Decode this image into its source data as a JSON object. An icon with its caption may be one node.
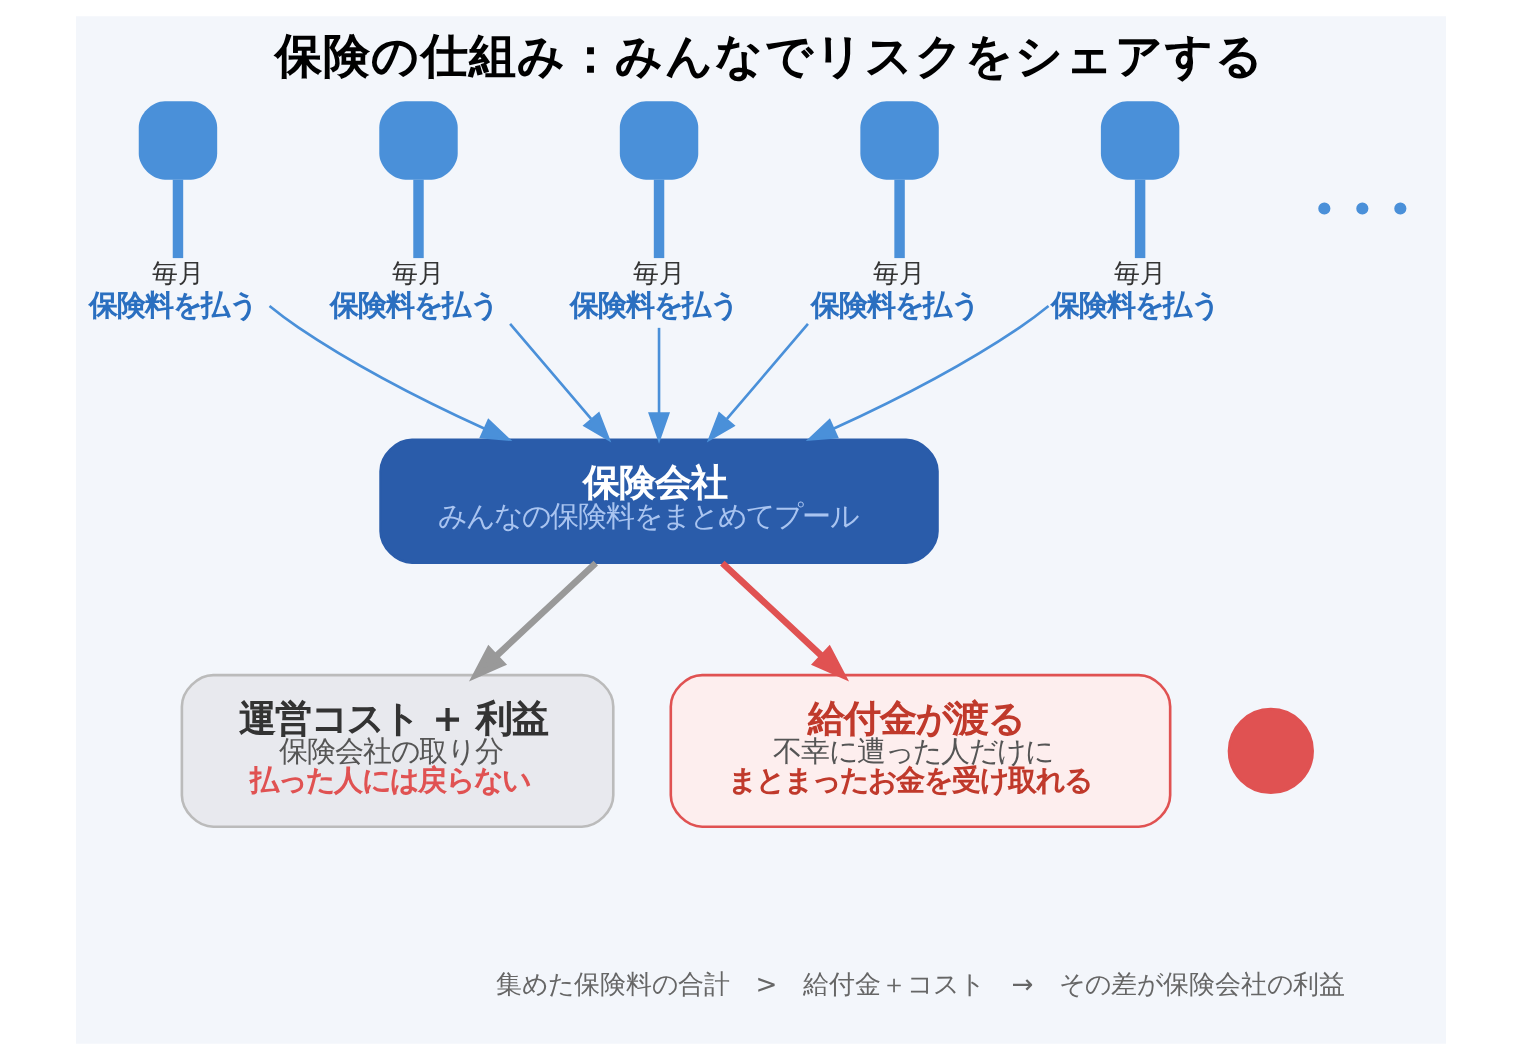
{
  "diagram": {
    "title": "保険の仕組み：みんなでリスクをシェアする",
    "caption": "集めた保険料の合計　>　給付金＋コスト　→　その差が保険会社の利益",
    "nodes": [
      {
        "text": [],
        "shape": "person",
        "beside": [
          "毎月",
          "保険料を払う"
        ]
      },
      {
        "text": [],
        "shape": "person",
        "beside": [
          "毎月",
          "保険料を払う"
        ]
      },
      {
        "text": [],
        "shape": "person",
        "beside": [
          "毎月",
          "保険料を払う"
        ]
      },
      {
        "text": [],
        "shape": "person",
        "beside": [
          "毎月",
          "保険料を払う"
        ]
      },
      {
        "text": [],
        "shape": "person",
        "beside": [
          "毎月",
          "保険料を払う"
        ]
      },
      {
        "text": [
          "保険会社",
          "みんなの保険料をまとめてプール"
        ]
      },
      {
        "text": [
          "運営コスト + 利益",
          "保険会社の取り分",
          "払った人には戻らない"
        ]
      },
      {
        "text": [
          "給付金が渡る",
          "不幸に遭った人だけに",
          "まとまったお金を受け取れる"
        ]
      },
      {
        "text": [],
        "shape": "person"
      }
    ],
    "edges": [
      {
        "from": 0,
        "to": 5,
        "arrow": "to"
      },
      {
        "from": 1,
        "to": 5,
        "arrow": "to"
      },
      {
        "from": 2,
        "to": 5,
        "arrow": "to"
      },
      {
        "from": 3,
        "to": 5,
        "arrow": "to"
      },
      {
        "from": 4,
        "to": 5,
        "arrow": "to"
      },
      {
        "from": 5,
        "to": 6,
        "arrow": "to",
        "style": "thick",
        "color": "#999999"
      },
      {
        "from": 5,
        "to": 7,
        "arrow": "to",
        "style": "thick",
        "color": "#e05252"
      }
    ],
    "labels": [
      "• • •"
    ]
  }
}
